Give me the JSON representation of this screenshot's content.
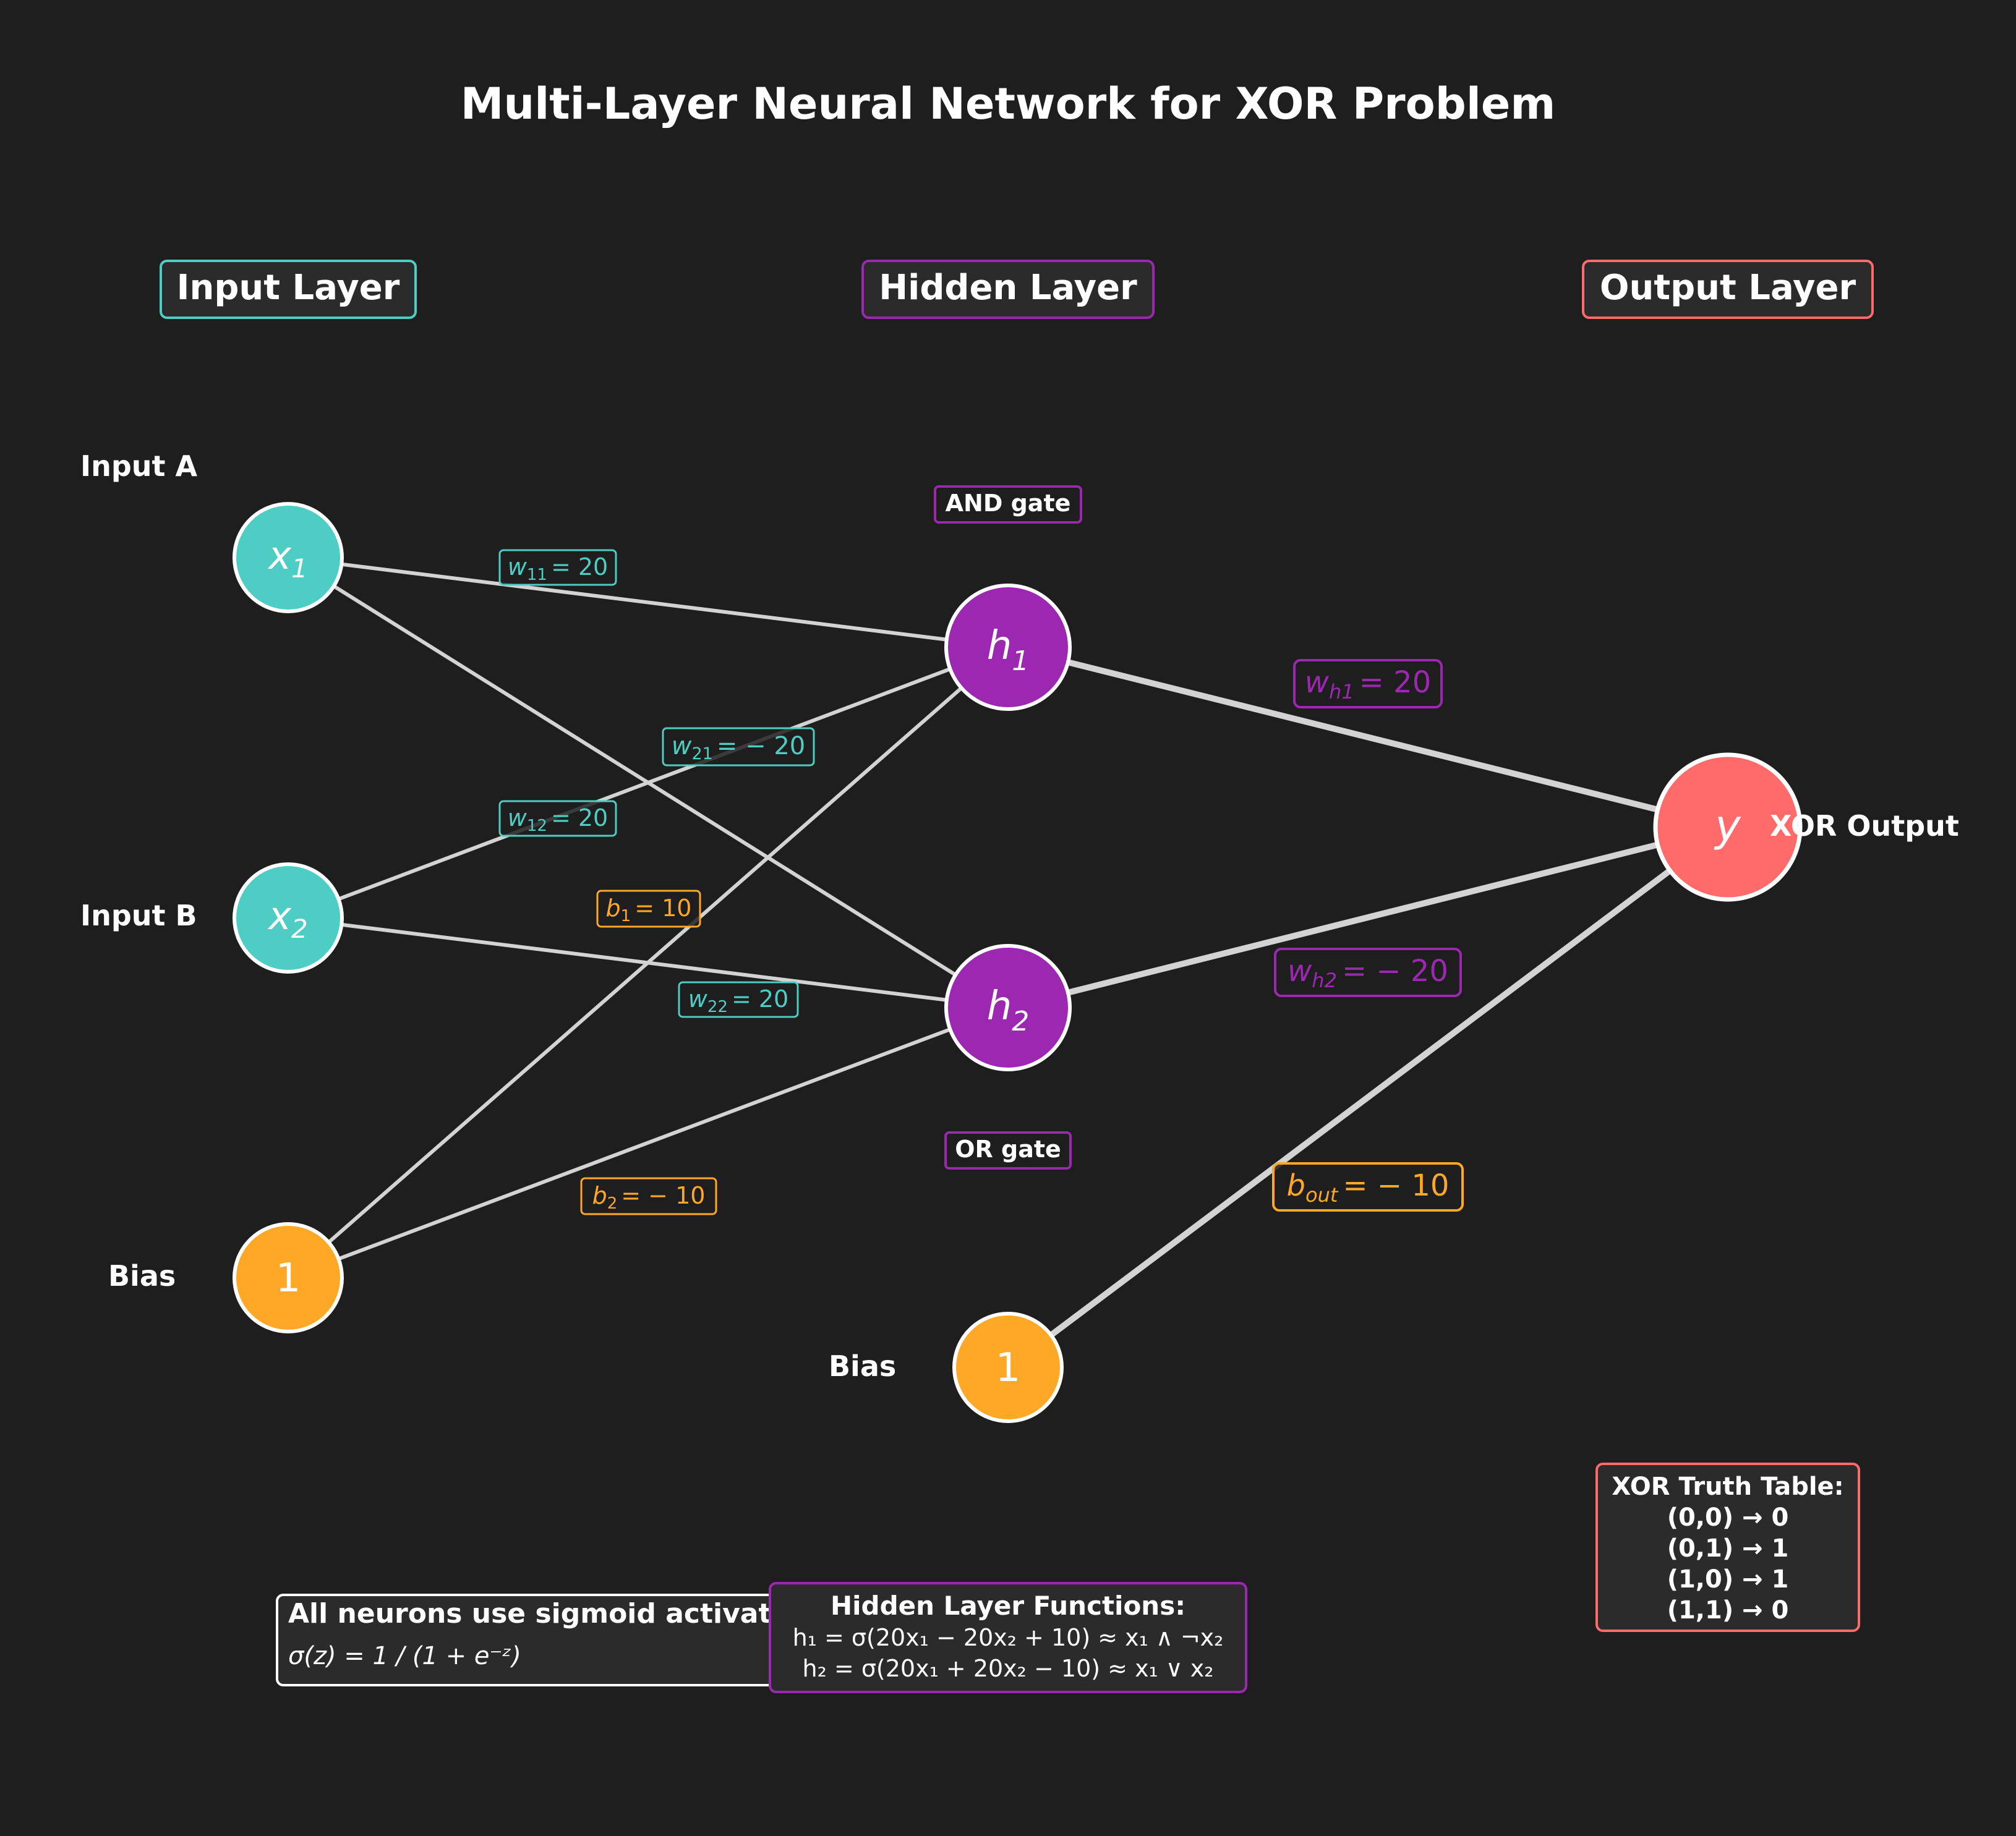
{
  "title": "Multi-Layer Neural Network for XOR Problem",
  "colors": {
    "background": "#1e1e1e",
    "input": "#4ecdc4",
    "hidden": "#9c27b0",
    "output": "#ff6b6b",
    "bias": "#ffa726",
    "edge": "#d3d3d3",
    "panel": "#2b2b2b"
  },
  "layers": {
    "input": "Input Layer",
    "hidden": "Hidden Layer",
    "output": "Output Layer"
  },
  "side_labels": {
    "input_a": "Input A",
    "input_b": "Input B",
    "bias_input": "Bias",
    "bias_hidden": "Bias",
    "xor_output": "XOR Output"
  },
  "gates": {
    "and": "AND gate",
    "or": "OR gate"
  },
  "neurons": {
    "x1": {
      "base": "x",
      "sub": "1"
    },
    "x2": {
      "base": "x",
      "sub": "2"
    },
    "bias1": {
      "base": "1"
    },
    "h1": {
      "base": "h",
      "sub": "1"
    },
    "h2": {
      "base": "h",
      "sub": "2"
    },
    "bias2": {
      "base": "1"
    },
    "y": {
      "base": "y"
    }
  },
  "weights": {
    "w11": {
      "sym": "w",
      "sub": "11",
      "val": "= 20"
    },
    "w21": {
      "sym": "w",
      "sub": "21",
      "val": "= − 20"
    },
    "w12": {
      "sym": "w",
      "sub": "12",
      "val": "= 20"
    },
    "w22": {
      "sym": "w",
      "sub": "22",
      "val": "= 20"
    },
    "b1": {
      "sym": "b",
      "sub": "1",
      "val": "= 10"
    },
    "b2": {
      "sym": "b",
      "sub": "2",
      "val": "= − 10"
    },
    "wh1": {
      "sym": "w",
      "sub": "h1",
      "val": "= 20"
    },
    "wh2": {
      "sym": "w",
      "sub": "h2",
      "val": "= − 20"
    },
    "bout": {
      "sym": "b",
      "sub": "out",
      "val": "= − 10"
    }
  },
  "truth_table": {
    "title": "XOR Truth Table:",
    "rows": [
      "(0,0) → 0",
      "(0,1) → 1",
      "(1,0) → 1",
      "(1,1) → 0"
    ]
  },
  "activation_note": {
    "title": "All neurons use sigmoid activation",
    "formula": "σ(z) = 1 / (1 + e⁻ᶻ)"
  },
  "hidden_functions": {
    "title": "Hidden Layer Functions:",
    "h1": "h₁ = σ(20x₁ − 20x₂ + 10) ≈ x₁ ∧ ¬x₂",
    "h2": "h₂ = σ(20x₁ + 20x₂ − 10) ≈ x₁ ∨ x₂"
  }
}
